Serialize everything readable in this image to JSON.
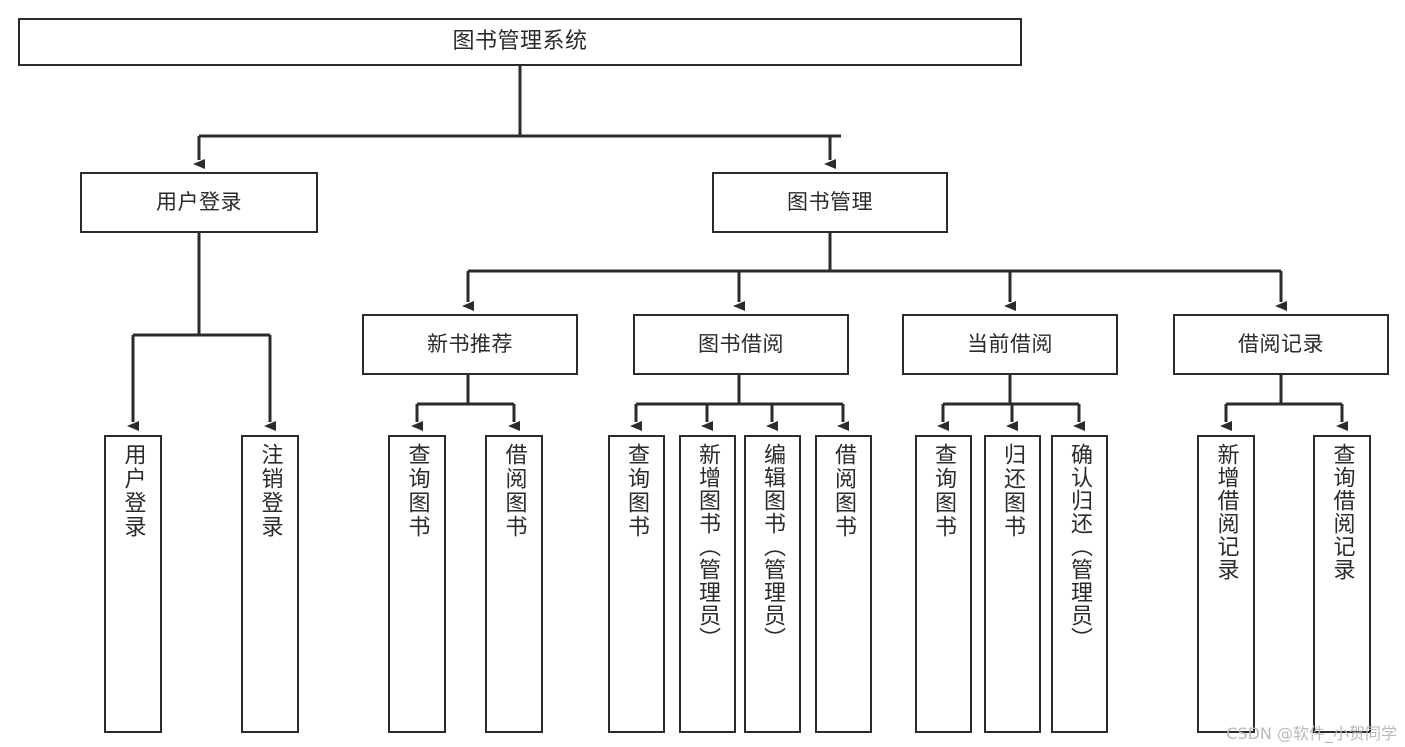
{
  "diagram": {
    "title": "图书管理系统",
    "type": "功能结构图",
    "style": {
      "line_color": "#2b2b2b",
      "box_fill": "#ffffff",
      "text_color": "#2b2b2b",
      "background": "#ffffff",
      "watermark_color": "#b9b9b9"
    }
  },
  "nodes": {
    "root": {
      "label": "图书管理系统"
    },
    "level1": [
      {
        "label": "用户登录"
      },
      {
        "label": "图书管理"
      }
    ],
    "level2": [
      {
        "label": "新书推荐"
      },
      {
        "label": "图书借阅"
      },
      {
        "label": "当前借阅"
      },
      {
        "label": "借阅记录"
      }
    ],
    "leaves": {
      "user_login": [
        {
          "label": "用户登录"
        },
        {
          "label": "注销登录"
        }
      ],
      "new_book": [
        {
          "label": "查询图书"
        },
        {
          "label": "借阅图书"
        }
      ],
      "book_borrow": [
        {
          "label": "查询图书"
        },
        {
          "label": "新增图书（管理员）"
        },
        {
          "label": "编辑图书（管理员）"
        },
        {
          "label": "借阅图书"
        }
      ],
      "current_borrow": [
        {
          "label": "查询图书"
        },
        {
          "label": "归还图书"
        },
        {
          "label": "确认归还（管理员）"
        }
      ],
      "borrow_record": [
        {
          "label": "新增借阅记录"
        },
        {
          "label": "查询借阅记录"
        }
      ]
    }
  },
  "watermark": {
    "text": "CSDN @软件_小贺同学"
  }
}
